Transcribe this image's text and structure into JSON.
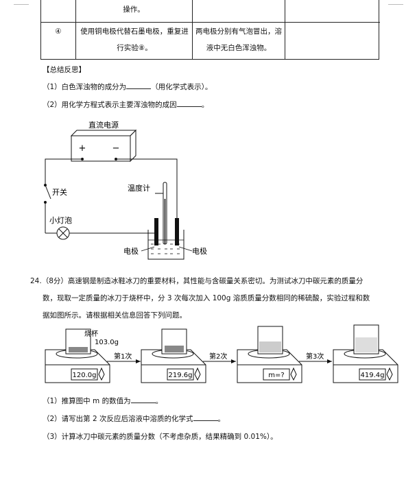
{
  "table": {
    "row1_col2": "操作。",
    "row2_col1": "④",
    "row2_col2_line1": "使用铜电极代替石墨电极，重复进",
    "row2_col2_line2": "行实验⑧。",
    "row2_col3_line1": "两电极分别有气泡冒出，溶",
    "row2_col3_line2": "液中无白色浑浊物。"
  },
  "reflection": {
    "heading": "【总结反思】",
    "q1_text": "（1）白色浑浊物的成分为",
    "q1_suffix": "（用化学式表示）。",
    "q2_text": "（2）用化学方程式表示主要浑浊物的成因",
    "q2_suffix": "。"
  },
  "circuit": {
    "power_label": "直流电源",
    "plus": "+",
    "minus": "−",
    "switch_label": "开关",
    "bulb_label": "小灯泡",
    "thermometer_label": "温度计",
    "electrode_left": "电极",
    "electrode_right": "电极"
  },
  "q24": {
    "line1": "24.（8分）高速钢是制造冰鞋冰刀的重要材料，其性能与含碳量关系密切。为测试冰刀中碳元素的质量分",
    "line2": "数，现取一定质量的冰刀于烧杯中，分 3 次每次加入 100g 溶质质量分数相同的稀硫酸，实验过程和数",
    "line3": "据如图所示。请根据相关信息回答下列问题。",
    "beaker_label": "烧杯",
    "beaker_mass": "103.0g",
    "readings": [
      "120.0g",
      "219.6g",
      "m=?",
      "419.4g"
    ],
    "steps": [
      "第1次",
      "第2次",
      "第3次"
    ],
    "sub1_text": "（1）推算图中 m 的数值为",
    "sub1_suffix": "。",
    "sub2_text": "（2）请写出第 2 次反应后溶液中溶质的化学式",
    "sub2_suffix": "。",
    "sub3_text": "（3）计算冰刀中碳元素的质量分数（不考虑杂质，结果精确到 0.01%）。"
  }
}
